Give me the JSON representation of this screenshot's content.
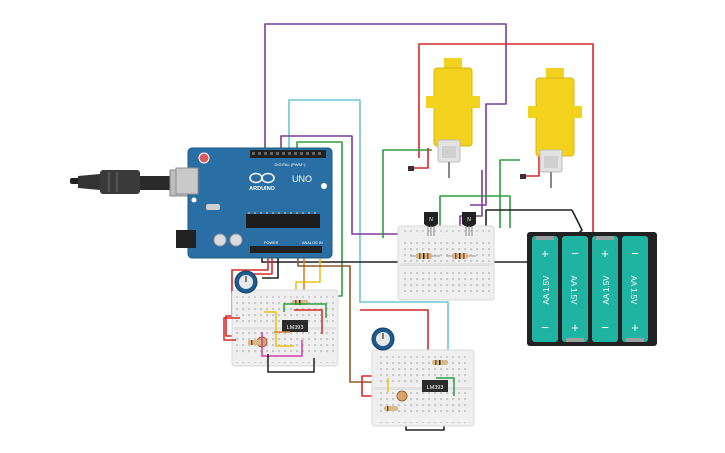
{
  "colors": {
    "board": "#2a6fa3",
    "board_edge": "#1f5a86",
    "breadboard": "#efefef",
    "breadboard_hole": "#c8c8c8",
    "battery_holder": "#222222",
    "battery_cell": "#1fb3a1",
    "motor_body": "#f2d21d",
    "wire_red": "#d62828",
    "wire_green": "#2e9e3f",
    "wire_purple": "#7d3c98",
    "wire_cyan": "#6ec6d8",
    "wire_black": "#222222",
    "wire_orange": "#d9822b",
    "wire_yellow": "#e8c21a",
    "wire_magenta": "#d63aa3",
    "wire_brown": "#8a5a2b"
  },
  "arduino": {
    "brand": "ARDUINO",
    "model": "UNO",
    "digital_label": "DIGITAL (PWM~)",
    "power_label": "POWER",
    "analog_label": "ANALOG IN"
  },
  "chips": {
    "left": "LM393",
    "right": "LM393"
  },
  "transistors": {
    "t1": "N",
    "t2": "N"
  },
  "battery": {
    "cells": [
      {
        "label": "AA 1.5V",
        "plus": "+",
        "minus": "−",
        "orientation": "up"
      },
      {
        "label": "AA 1.5V",
        "plus": "+",
        "minus": "−",
        "orientation": "down"
      },
      {
        "label": "AA 1.5V",
        "plus": "+",
        "minus": "−",
        "orientation": "up"
      },
      {
        "label": "AA 1.5V",
        "plus": "+",
        "minus": "−",
        "orientation": "down"
      }
    ]
  }
}
